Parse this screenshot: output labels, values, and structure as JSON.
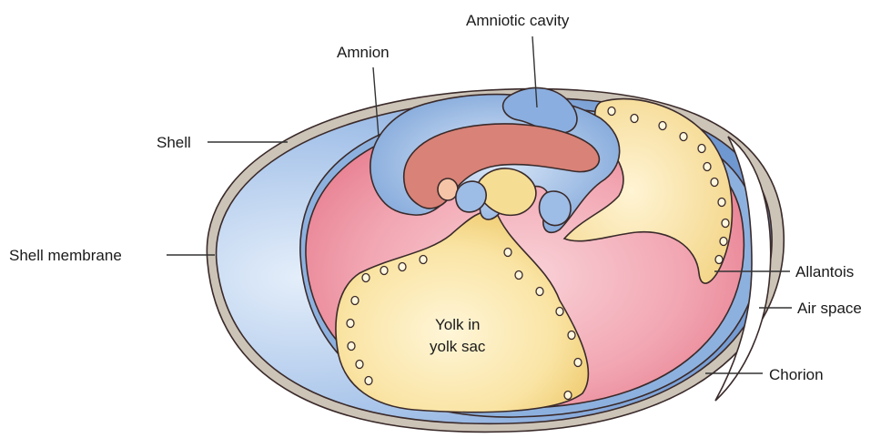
{
  "labels": {
    "amniotic_cavity": "Amniotic cavity",
    "amnion": "Amnion",
    "shell": "Shell",
    "shell_membrane": "Shell membrane",
    "allantois": "Allantois",
    "air_space": "Air space",
    "chorion": "Chorion",
    "yolk_line1": "Yolk in",
    "yolk_line2": "yolk sac"
  },
  "colors": {
    "shell": "#c8bfb4",
    "chorion_blue": "#7fa6d8",
    "blue_light": "#d7e6f7",
    "pink": "#ec8a9a",
    "pink_light": "#f6c4cc",
    "yolk": "#f5dc8e",
    "yolk_light": "#fff4d2",
    "embryo": "#d98277",
    "outline": "#3a2a2a"
  }
}
